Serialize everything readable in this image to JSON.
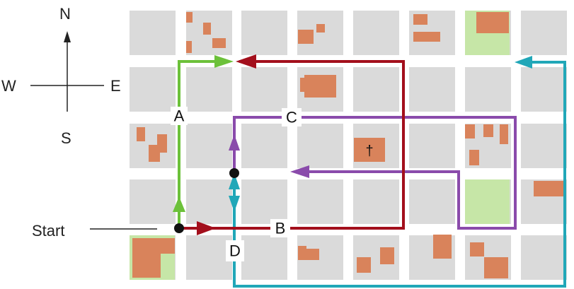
{
  "compass": {
    "north": "N",
    "south": "S",
    "east": "E",
    "west": "W"
  },
  "start_label": "Start",
  "routes": [
    {
      "id": "A",
      "label": "A",
      "color": "#6cc13a"
    },
    {
      "id": "B",
      "label": "B",
      "color": "#a30f1c"
    },
    {
      "id": "C",
      "label": "C",
      "color": "#8a4bab"
    },
    {
      "id": "D",
      "label": "D",
      "color": "#21a7b8"
    }
  ],
  "church_symbol": "†",
  "colors": {
    "block": "#dadada",
    "building": "#d9835b",
    "park": "#c6e6a7",
    "street": "#ffffff"
  }
}
